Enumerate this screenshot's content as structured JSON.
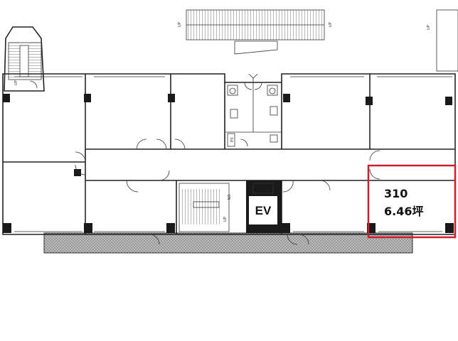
{
  "elevator": {
    "label": "EV"
  },
  "unit": {
    "number": "310",
    "area": "6.46坪",
    "highlight_color": "#cc1f2a"
  },
  "stairs": {
    "up_label": "UP",
    "down_label": "DN"
  },
  "restroom": {
    "ps_label": "PS"
  }
}
